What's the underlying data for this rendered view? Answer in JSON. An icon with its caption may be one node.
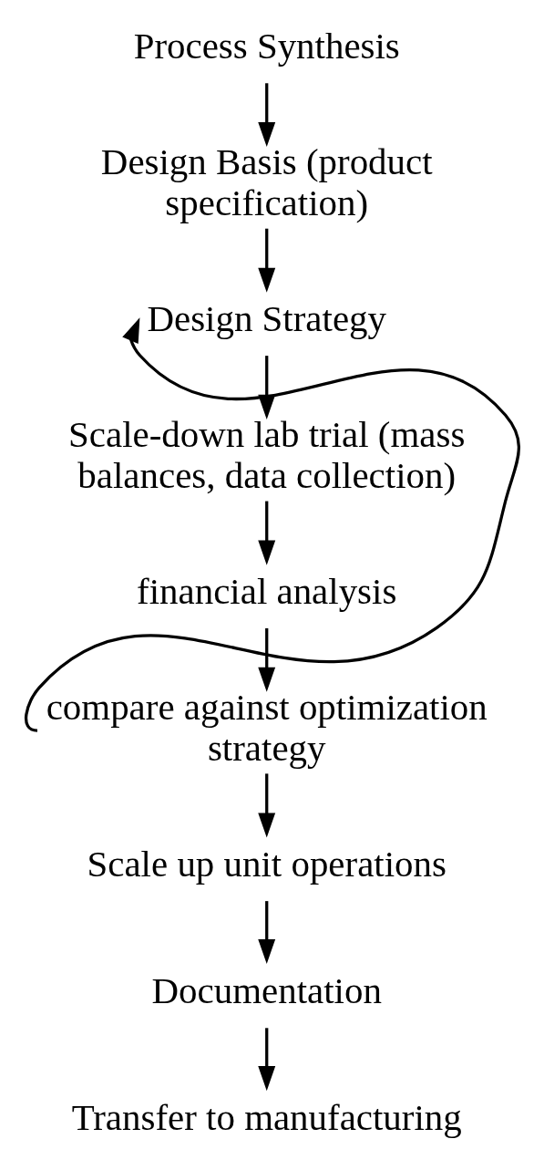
{
  "diagram": {
    "nodes": [
      {
        "text": [
          "Process Synthesis"
        ]
      },
      {
        "text": [
          "Design Basis (product specification)"
        ]
      },
      {
        "text": [
          "Design Strategy"
        ]
      },
      {
        "text": [
          "Scale-down lab trial (mass balances, data collection)"
        ]
      },
      {
        "text": [
          "financial analysis"
        ]
      },
      {
        "text": [
          "compare against optimization strategy"
        ]
      },
      {
        "text": [
          "Scale up unit operations"
        ]
      },
      {
        "text": [
          "Documentation"
        ]
      },
      {
        "text": [
          "Transfer to manufacturing"
        ]
      }
    ],
    "edges": [
      {
        "from": 0,
        "to": 1,
        "arrow": "to"
      },
      {
        "from": 1,
        "to": 2,
        "arrow": "to"
      },
      {
        "from": 2,
        "to": 3,
        "arrow": "to"
      },
      {
        "from": 3,
        "to": 4,
        "arrow": "to"
      },
      {
        "from": 4,
        "to": 5,
        "arrow": "to"
      },
      {
        "from": 5,
        "to": 2,
        "arrow": "to"
      },
      {
        "from": 5,
        "to": 6,
        "arrow": "to"
      },
      {
        "from": 6,
        "to": 7,
        "arrow": "to"
      },
      {
        "from": 7,
        "to": 8,
        "arrow": "to"
      }
    ]
  }
}
